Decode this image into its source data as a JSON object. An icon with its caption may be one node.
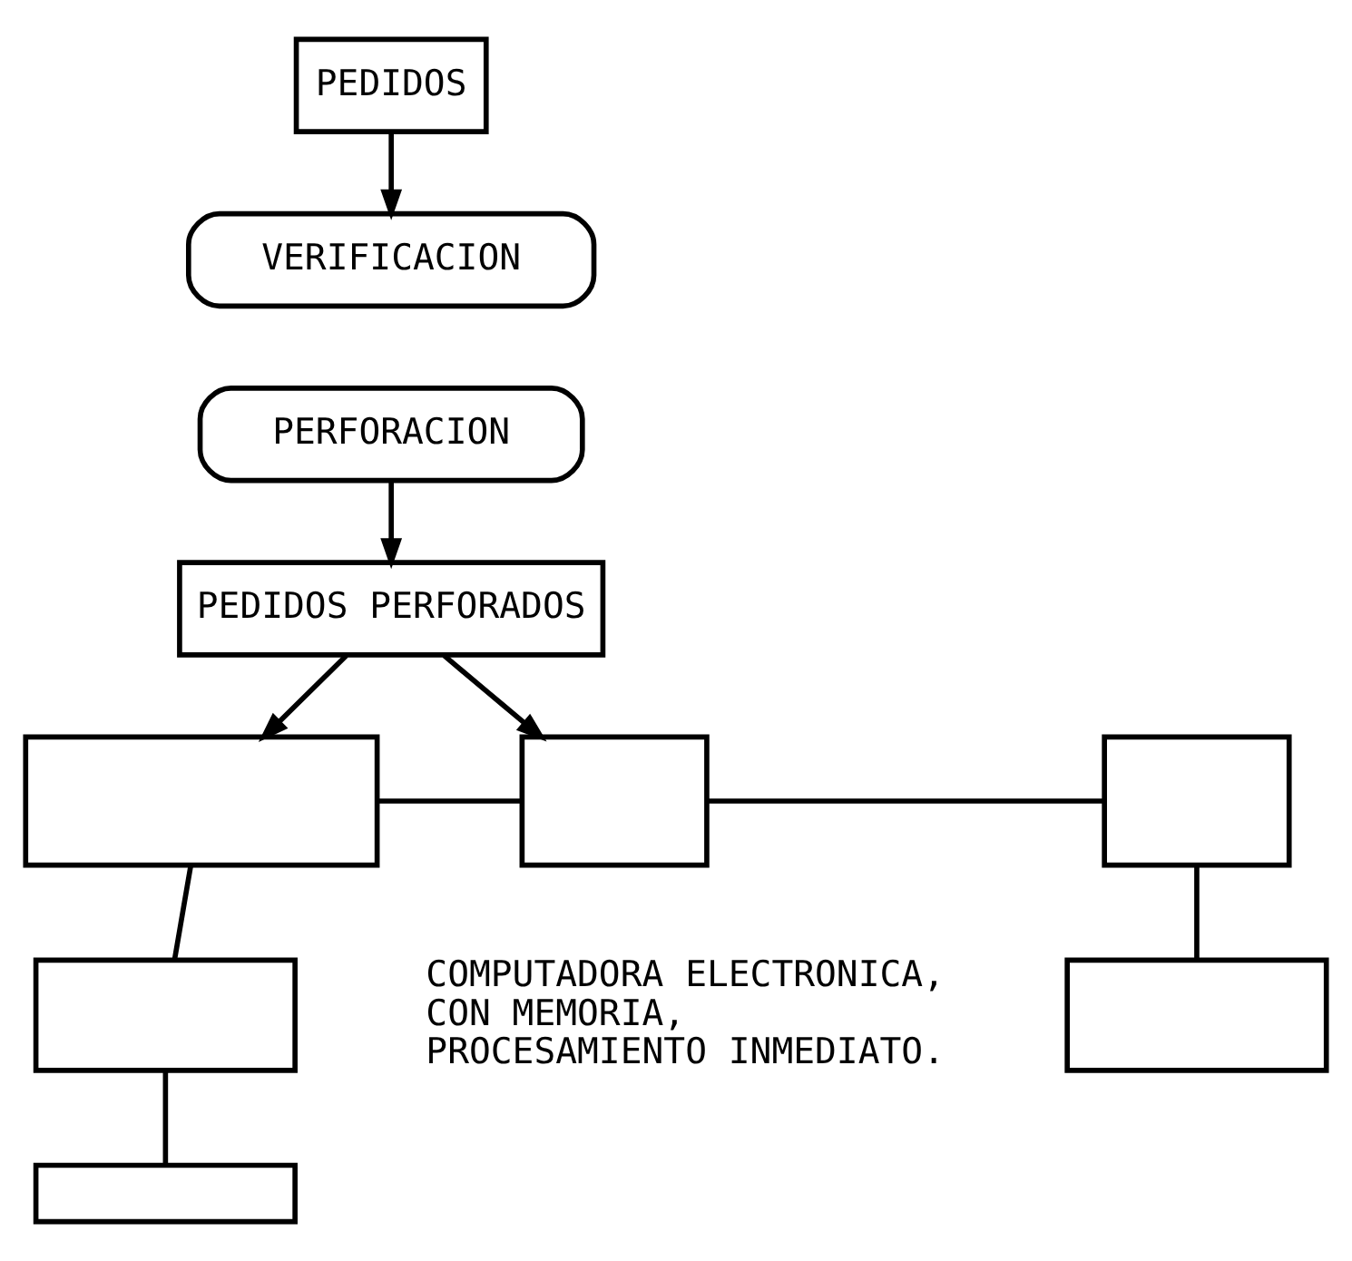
{
  "diagram": {
    "nodes": [
      {
        "text": [
          "PEDIDOS"
        ]
      },
      {
        "text": [
          "VERIFICACION"
        ]
      },
      {
        "text": [
          "PERFORACION"
        ]
      },
      {
        "text": [
          "PEDIDOS PERFORADOS"
        ]
      },
      {
        "text": [],
        "shape": "box"
      },
      {
        "text": [],
        "shape": "box"
      },
      {
        "text": [],
        "shape": "box"
      },
      {
        "text": [],
        "shape": "box"
      },
      {
        "text": [],
        "shape": "box"
      },
      {
        "text": [],
        "shape": "box"
      }
    ],
    "edges": [
      {
        "from": 0,
        "to": 1,
        "arrow": "to"
      },
      {
        "from": 2,
        "to": 3,
        "arrow": "to"
      },
      {
        "from": 3,
        "to": 4,
        "arrow": "to"
      },
      {
        "from": 3,
        "to": 5,
        "arrow": "to"
      },
      {
        "from": 4,
        "to": 5,
        "arrow": "none"
      },
      {
        "from": 5,
        "to": 6,
        "arrow": "none"
      },
      {
        "from": 4,
        "to": 7,
        "arrow": "none"
      },
      {
        "from": 7,
        "to": 8,
        "arrow": "none"
      },
      {
        "from": 6,
        "to": 9,
        "arrow": "none"
      }
    ],
    "labels": [
      "COMPUTADORA ELECTRONICA, CON MEMORIA, PROCESAMIENTO INMEDIATO."
    ]
  }
}
